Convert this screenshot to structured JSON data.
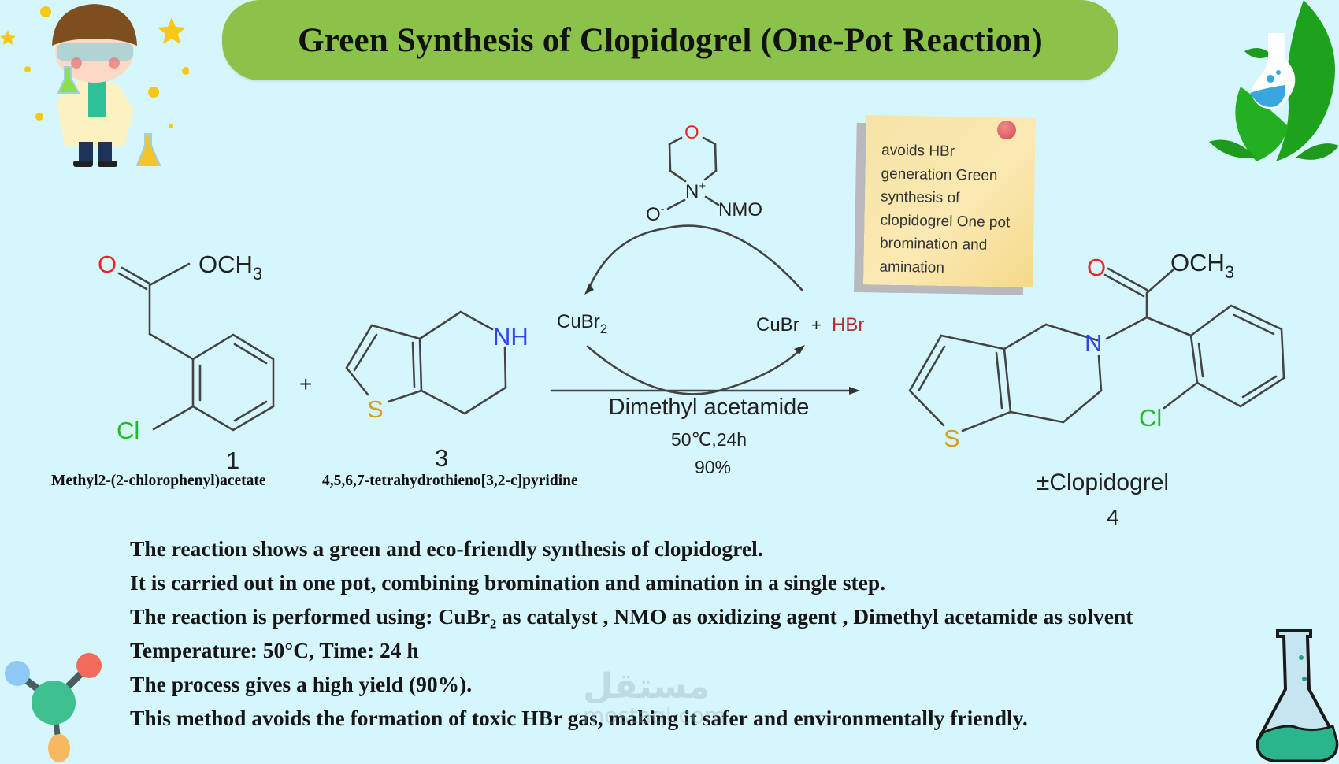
{
  "title": "Green Synthesis of Clopidogrel (One-Pot Reaction)",
  "sticky_note": {
    "lines": [
      "avoids HBr",
      "generation Green",
      "synthesis of",
      "clopidogrel One pot",
      "bromination and",
      "amination"
    ]
  },
  "reactant1": {
    "carbonyl_O": "O",
    "ester_group": "OCH",
    "ester_sub": "3",
    "halogen": "Cl",
    "number": "1",
    "name": "Methyl2-(2-chlorophenyl)acetate"
  },
  "plus_sign": "+",
  "reactant3": {
    "amine": "NH",
    "sulfur": "S",
    "number": "3",
    "name": "4,5,6,7-tetrahydrothieno[3,2-c]pyridine"
  },
  "nmo": {
    "ring_O": "O",
    "nitrogen": "N",
    "charge_plus": "+",
    "oxide_O": "O",
    "charge_minus": "-",
    "label": "NMO"
  },
  "catalytic_cycle": {
    "left_species": "CuBr",
    "left_sub": "2",
    "right_species": "CuBr",
    "plus": "+",
    "byproduct": "HBr"
  },
  "conditions": {
    "solvent": "Dimethyl acetamide",
    "temp_time": "50℃,24h",
    "yield": "90%"
  },
  "product": {
    "carbonyl_O": "O",
    "ester_group": "OCH",
    "ester_sub": "3",
    "nitrogen": "N",
    "sulfur": "S",
    "halogen": "Cl",
    "name": "±Clopidogrel",
    "number": "4"
  },
  "description": {
    "line1": "The reaction shows a green and eco-friendly synthesis of clopidogrel.",
    "line2": "It is carried out in one pot, combining bromination and amination in a single step.",
    "line3": "The reaction is performed using: CuBr₂ as catalyst , NMO as oxidizing agent , Dimethyl acetamide as solvent",
    "line4": "Temperature: 50°C, Time: 24 h",
    "line5": "The process gives a high yield (90%).",
    "line6": "This method avoids the formation of toxic HBr gas, making it safer and environmentally friendly."
  },
  "watermark": {
    "arabic": "مستقل",
    "latin": "mostaql.com"
  },
  "colors": {
    "background": "#d6f6fd",
    "banner": "#8bc34a",
    "oxygen": "#ee2222",
    "nitrogen": "#3344ee",
    "chlorine": "#22bb22",
    "sulfur": "#d4a017",
    "hbr": "#b03030"
  }
}
